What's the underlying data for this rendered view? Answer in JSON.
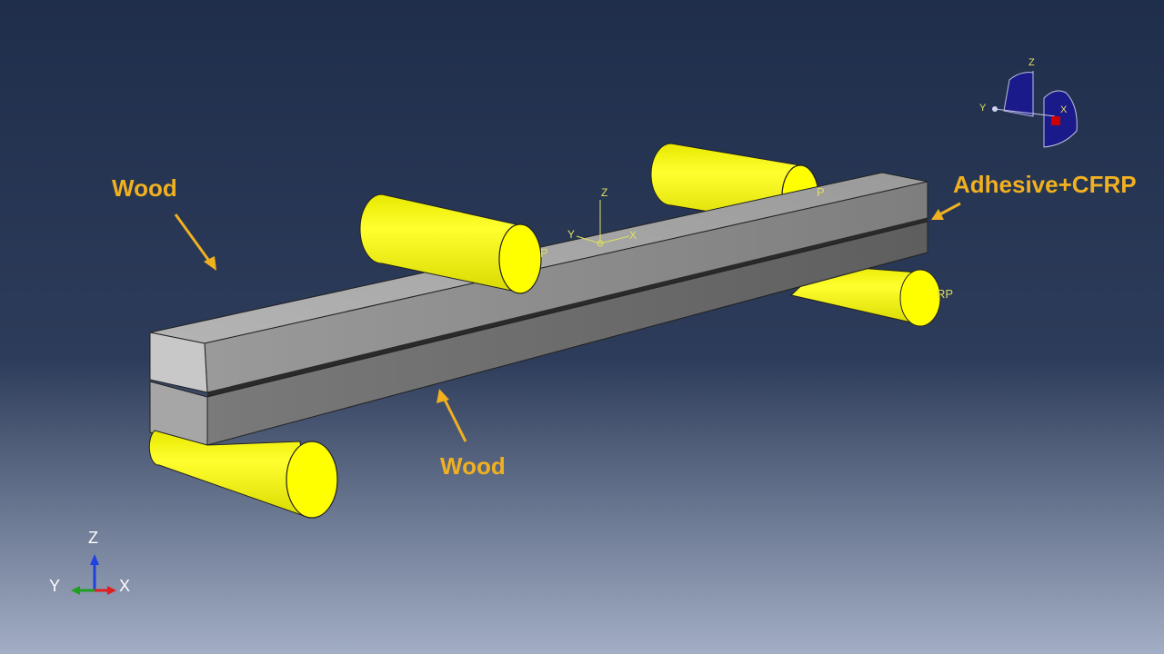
{
  "callouts": {
    "wood_top": "Wood",
    "wood_bottom": "Wood",
    "adhesive_cfrp": "Adhesive+CFRP"
  },
  "local_csys": {
    "x": "X",
    "y": "Y",
    "z": "Z"
  },
  "global_triad": {
    "x": "X",
    "y": "Y",
    "z": "Z"
  },
  "view_cube": {
    "x": "X",
    "y": "Y",
    "z": "Z"
  },
  "partial_labels": {
    "rp_top": "P",
    "rp_right": "RP",
    "rp_left": "P"
  },
  "colors": {
    "bg_top": "#1f2e4b",
    "bg_bottom": "#a3aec4",
    "callout": "#f0b020",
    "cylinder": "#ffff00",
    "beam_top": "#a8a8a8",
    "beam_front_upper": "#8f8f8f",
    "beam_front_lower": "#707070",
    "beam_end": "#c8c8c8"
  }
}
